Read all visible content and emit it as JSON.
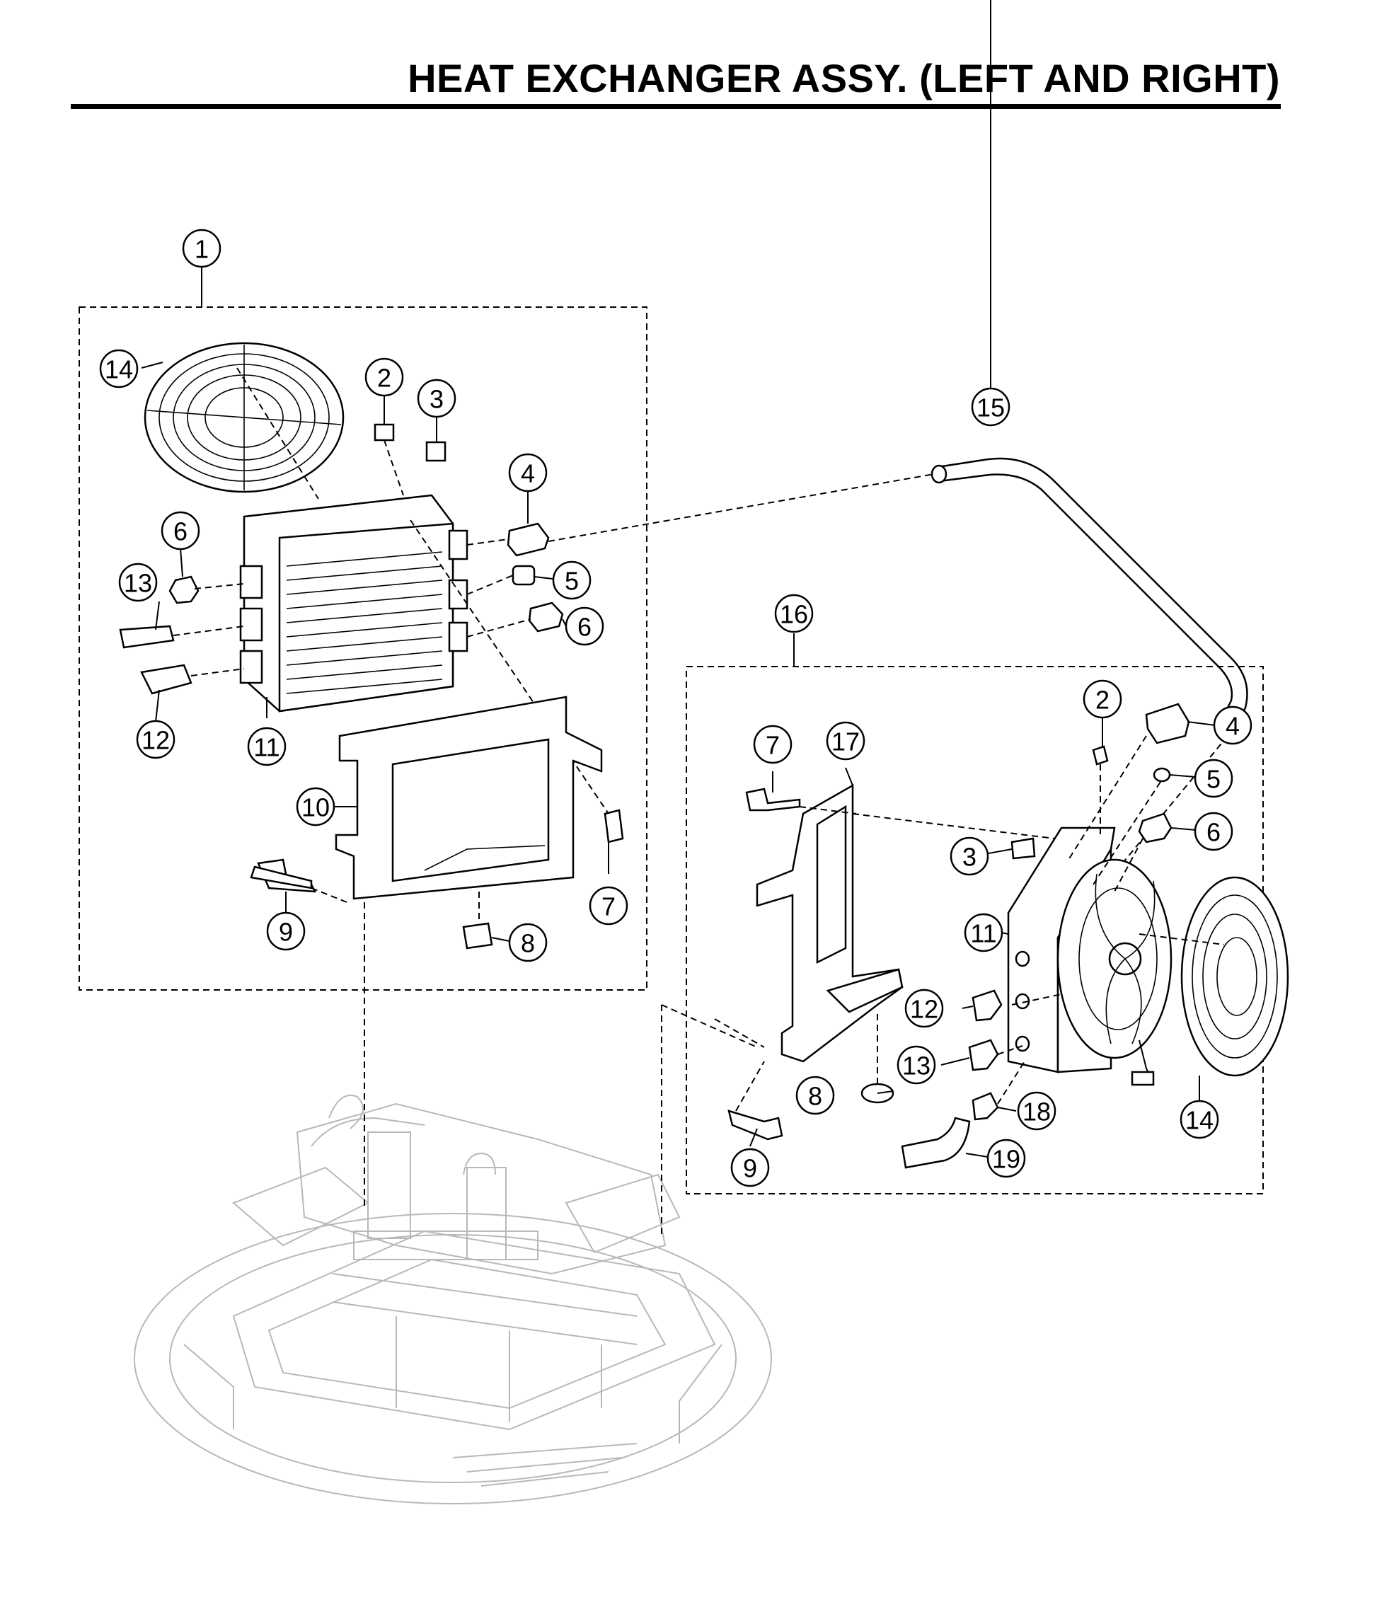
{
  "title": "HEAT EXCHANGER ASSY. (LEFT AND RIGHT)",
  "callouts": {
    "c1": "1",
    "c2a": "2",
    "c3a": "3",
    "c4a": "4",
    "c5a": "5",
    "c6a": "6",
    "c6b": "6",
    "c7a": "7",
    "c8a": "8",
    "c9a": "9",
    "c10": "10",
    "c11a": "11",
    "c12a": "12",
    "c13a": "13",
    "c14a": "14",
    "c15": "15",
    "c16": "16",
    "c17": "17",
    "c2b": "2",
    "c3b": "3",
    "c4b": "4",
    "c5b": "5",
    "c6c": "6",
    "c7b": "7",
    "c8b": "8",
    "c9b": "9",
    "c11b": "11",
    "c12b": "12",
    "c13b": "13",
    "c14b": "14",
    "c18": "18",
    "c19": "19"
  }
}
